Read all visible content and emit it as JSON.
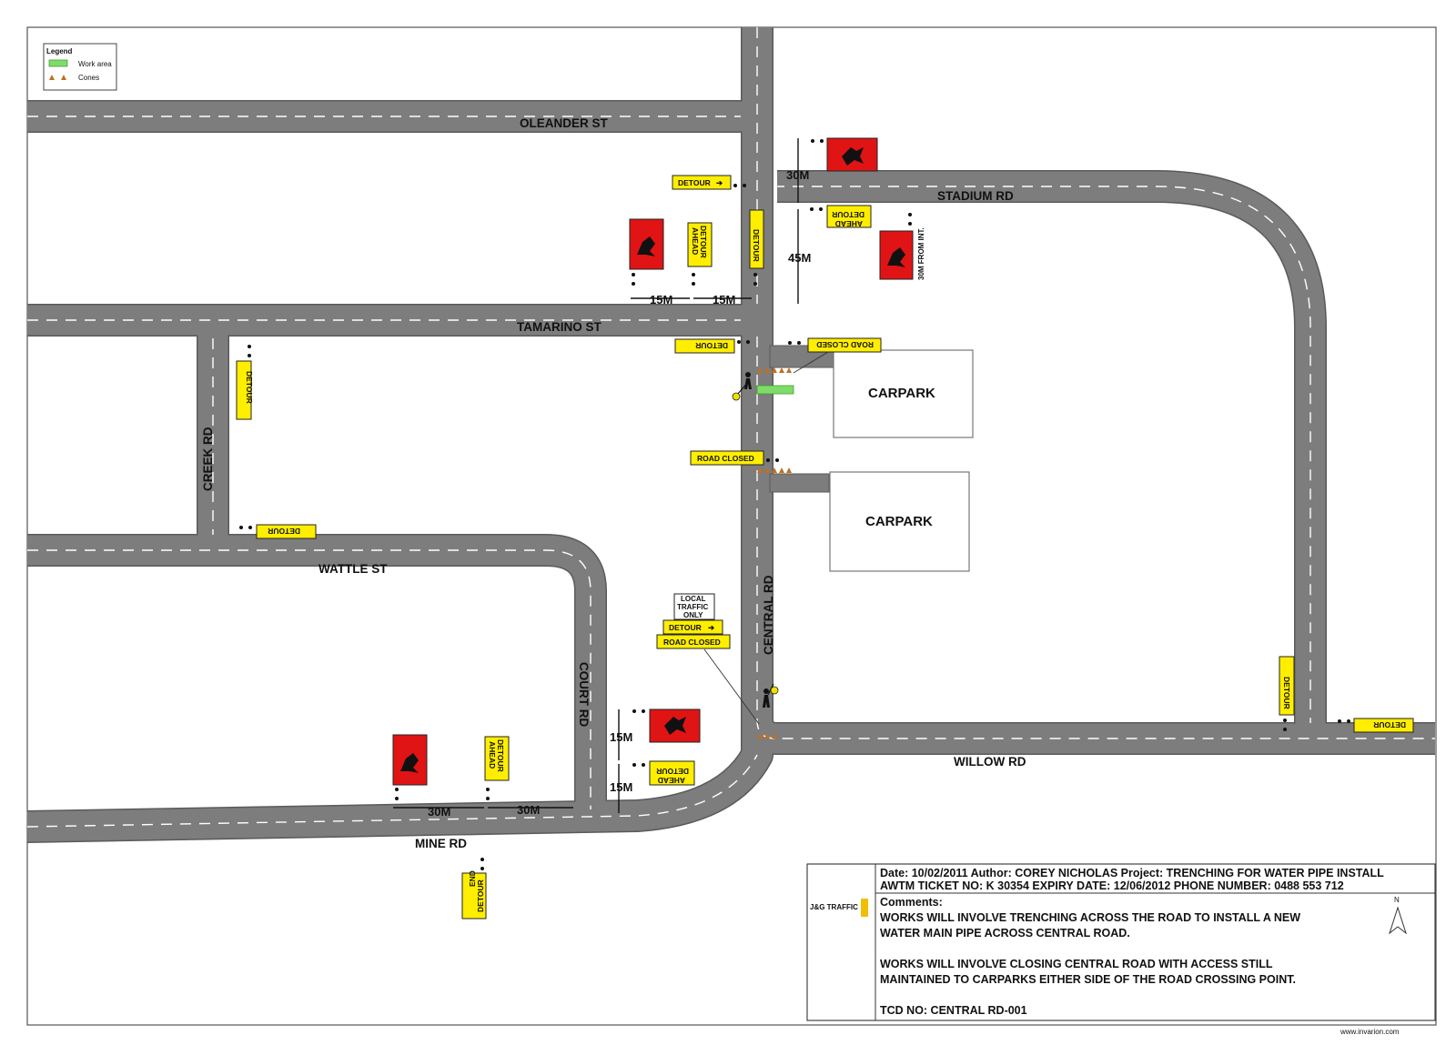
{
  "roads": {
    "oleander": "OLEANDER ST",
    "stadium": "STADIUM RD",
    "tamarino": "TAMARINO ST",
    "creek": "CREEK RD",
    "wattle": "WATTLE ST",
    "court": "COURT RD",
    "central": "CENTRAL RD",
    "willow": "WILLOW RD",
    "mine": "MINE RD"
  },
  "legend": {
    "title": "Legend",
    "work_area": "Work area",
    "cones": "Cones"
  },
  "signs": {
    "detour": "DETOUR",
    "detour_ahead_1": "DETOUR",
    "detour_ahead_2": "AHEAD",
    "road_closed": "ROAD CLOSED",
    "end_detour_1": "END",
    "end_detour_2": "DETOUR",
    "local_1": "LOCAL",
    "local_2": "TRAFFIC",
    "local_3": "ONLY",
    "arrow_right": "➔",
    "from_int": "30M FROM INT."
  },
  "dimensions": {
    "d30a": "30M",
    "d45": "45M",
    "d15a": "15M",
    "d15b": "15M",
    "d15c": "15M",
    "d15d": "15M",
    "d30b": "30M",
    "d30c": "30M"
  },
  "carparks": [
    "CARPARK",
    "CARPARK"
  ],
  "info": {
    "line1": "Date:  10/02/2011   Author:  COREY NICHOLAS  Project:  TRENCHING FOR WATER PIPE INSTALL",
    "line2": "AWTM TICKET NO:  K 30354    EXPIRY DATE:  12/06/2012  PHONE NUMBER:  0488 553 712",
    "comments_label": "Comments:",
    "c1": "WORKS WILL INVOLVE TRENCHING ACROSS THE ROAD TO INSTALL A NEW",
    "c2": "WATER MAIN PIPE ACROSS CENTRAL ROAD.",
    "c3": "WORKS WILL INVOLVE CLOSING CENTRAL ROAD WITH ACCESS STILL",
    "c4": "MAINTAINED TO CARPARKS EITHER SIDE OF THE ROAD CROSSING POINT.",
    "tcd": "TCD NO: CENTRAL RD-001",
    "logo": "J&G TRAFFIC",
    "north": "N"
  },
  "footer": "www.invarion.com",
  "colors": {
    "road": "#7d7d7d",
    "sign_yellow": "#ffee00",
    "sign_red": "#e01414",
    "work_area": "#7fdc6a"
  }
}
